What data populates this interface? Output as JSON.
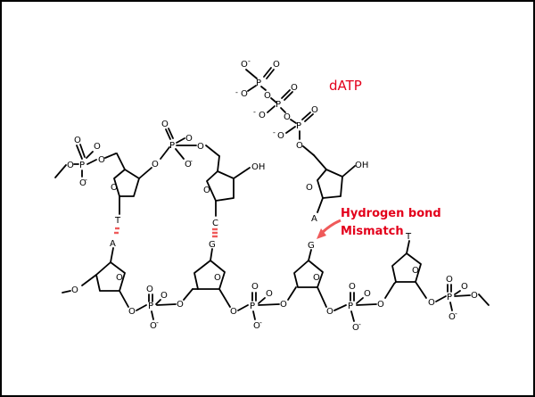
{
  "diagram": {
    "title": "dATP",
    "annotation_line1": "Hydrogen bond",
    "annotation_line2": "Mismatch",
    "colors": {
      "annotation": "#e3001b",
      "hydrogen_bonds": "#ef5a5a",
      "bonds": "#000000",
      "frame": "#000000"
    },
    "atoms": {
      "oxygen": "O",
      "phosphorus": "P",
      "hydroxyl": "OH",
      "minus": "-"
    },
    "bases": {
      "top": [
        "T",
        "C",
        "A",
        "T"
      ],
      "bottom": [
        "A",
        "G",
        "G"
      ]
    }
  }
}
